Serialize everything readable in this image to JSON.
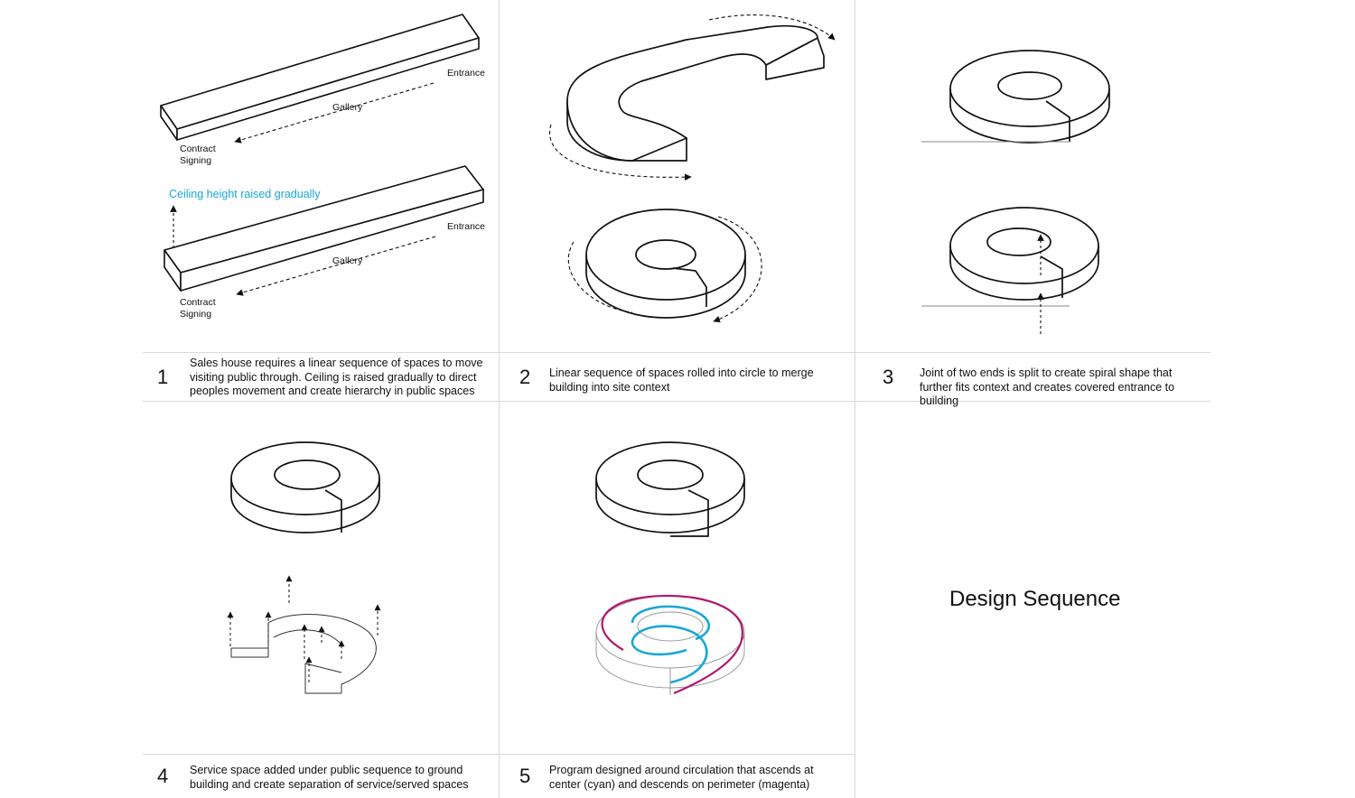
{
  "panel1": {
    "number": "1",
    "caption": "Sales house requires a linear sequence of spaces to move visiting public through.  Ceiling is raised gradually to direct peoples movement and create hierarchy in public spaces",
    "labels": {
      "entrance_top": "Entrance",
      "gallery_top": "Gallery",
      "contract_top": "Contract\nSigning",
      "ceiling_note": "Ceiling height raised gradually",
      "entrance_bottom": "Entrance",
      "gallery_bottom": "Gallery",
      "contract_bottom": "Contract\nSigning"
    }
  },
  "panel2": {
    "number": "2",
    "caption": "Linear sequence of spaces rolled into circle to merge building into site context"
  },
  "panel3": {
    "number": "3",
    "caption": "Joint of two ends is split to create spiral shape that further fits context and creates covered entrance to building"
  },
  "panel4": {
    "number": "4",
    "caption": "Service space added under public sequence to ground building and create separation of service/served spaces"
  },
  "panel5": {
    "number": "5",
    "caption": "Program designed around circulation that ascends at center (cyan) and descends on perimeter (magenta)"
  },
  "title": "Design Sequence",
  "colors": {
    "cyan": "#1aa6d6",
    "magenta": "#b0176a",
    "line": "#111111",
    "grid": "#d9d9d9"
  }
}
